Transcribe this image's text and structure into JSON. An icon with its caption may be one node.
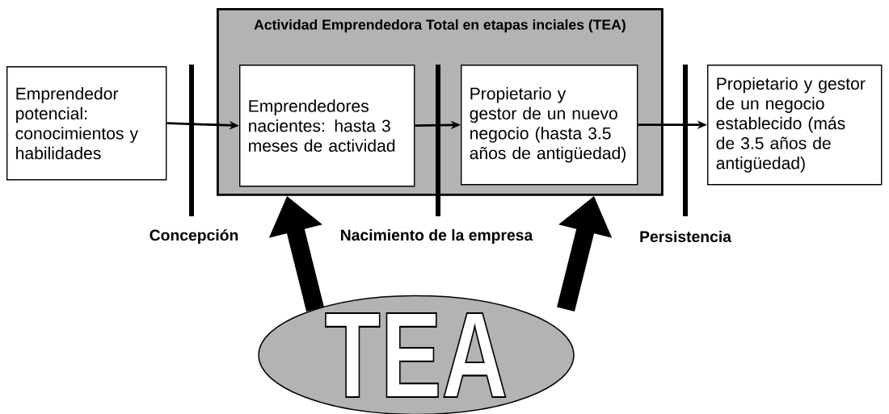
{
  "diagram": {
    "nodes": [
      {
        "text": [
          "Actividad Emprendedora Total en etapas inciales (TEA)"
        ]
      },
      {
        "text": [
          "Emprendedor potencial: conocimientos y habilidades"
        ]
      },
      {
        "text": [
          "Emprendedores nacientes: hasta 3 meses de actividad"
        ],
        "in": 0
      },
      {
        "text": [
          "Propietario y gestor de un nuevo negocio (hasta 3.5 años de antigüedad)"
        ],
        "in": 0
      },
      {
        "text": [
          "Propietario y gestor de un negocio establecido (más de 3.5 años de antigüedad)"
        ]
      },
      {
        "text": [
          "TEA"
        ]
      }
    ],
    "edges": [
      {
        "from": 1,
        "to": 2,
        "arrow": "to"
      },
      {
        "from": 2,
        "to": 3,
        "arrow": "to"
      },
      {
        "from": 3,
        "to": 4,
        "arrow": "to"
      },
      {
        "from": 5,
        "to": 0,
        "arrow": "to",
        "style": "thick"
      },
      {
        "from": 5,
        "to": 0,
        "arrow": "to",
        "style": "thick"
      }
    ],
    "labels": [
      "Concepción",
      "Nacimiento de la empresa",
      "Persistencia"
    ]
  }
}
